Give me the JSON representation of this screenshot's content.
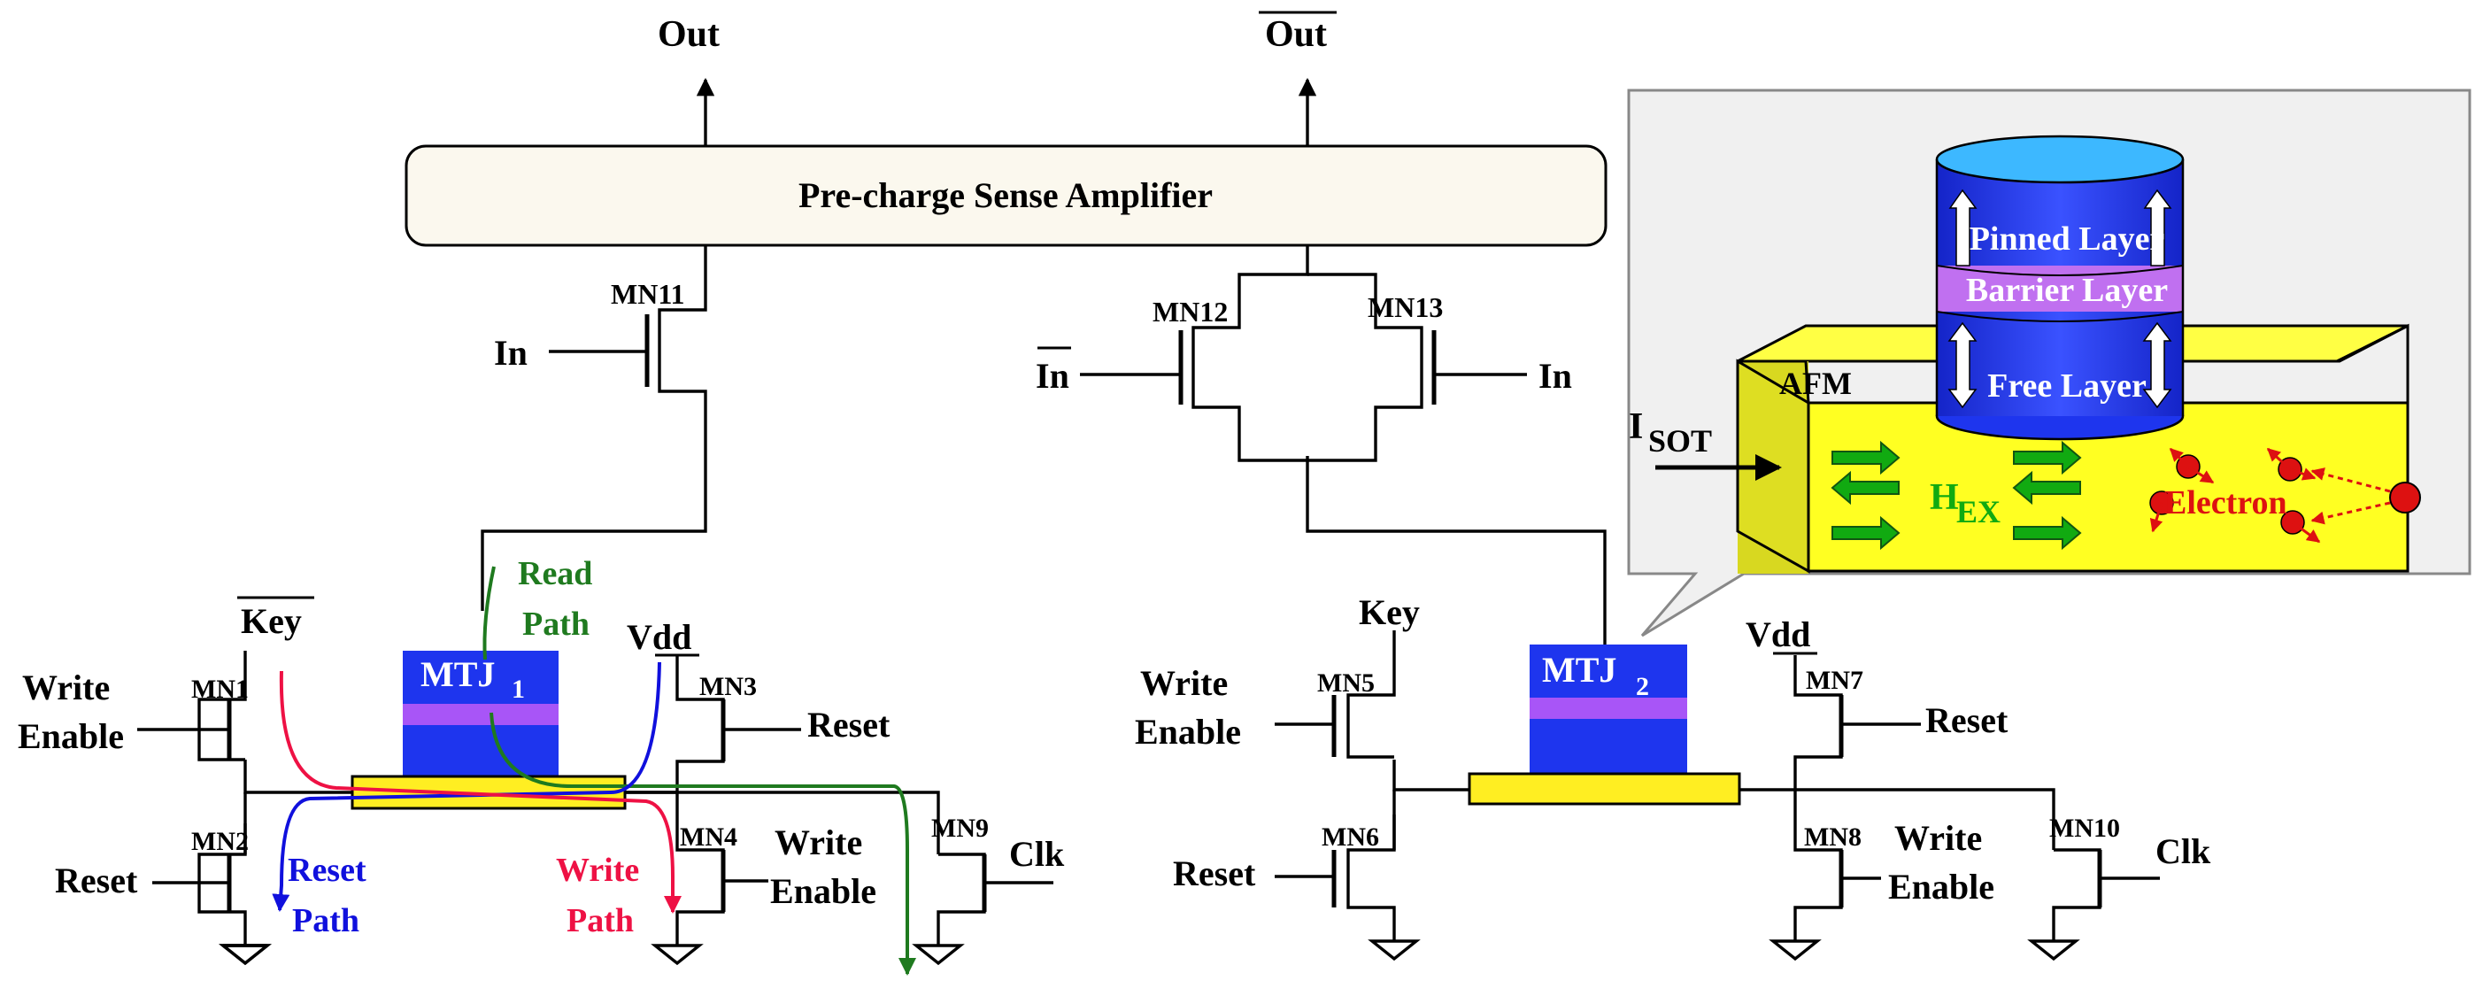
{
  "sense_amp": {
    "label": "Pre-charge Sense Amplifier"
  },
  "outputs": {
    "out": "Out",
    "out_bar": "Out"
  },
  "inputs": {
    "in": "In",
    "in_bar": "In",
    "in_right": "In"
  },
  "transistors": {
    "mn1": "MN1",
    "mn2": "MN2",
    "mn3": "MN3",
    "mn4": "MN4",
    "mn5": "MN5",
    "mn6": "MN6",
    "mn7": "MN7",
    "mn8": "MN8",
    "mn9": "MN9",
    "mn10": "MN10",
    "mn11": "MN11",
    "mn12": "MN12",
    "mn13": "MN13"
  },
  "left": {
    "key_bar": "Key",
    "write_enable_1": "Write",
    "write_enable_2": "Enable",
    "reset": "Reset",
    "vdd": "Vdd",
    "reset_r": "Reset",
    "we_r_1": "Write",
    "we_r_2": "Enable",
    "clk": "Clk",
    "mtj": "MTJ",
    "mtj_sub": "1",
    "read_path_1": "Read",
    "read_path_2": "Path",
    "reset_path_1": "Reset",
    "reset_path_2": "Path",
    "write_path_1": "Write",
    "write_path_2": "Path"
  },
  "right": {
    "key": "Key",
    "write_enable_1": "Write",
    "write_enable_2": "Enable",
    "reset": "Reset",
    "vdd": "Vdd",
    "reset_r": "Reset",
    "we_r_1": "Write",
    "we_r_2": "Enable",
    "clk": "Clk",
    "mtj": "MTJ",
    "mtj_sub": "2"
  },
  "inset": {
    "pinned": "Pinned Layer",
    "barrier": "Barrier Layer",
    "free": "Free Layer",
    "afm": "AFM",
    "isot": "I",
    "isot_sub": "SOT",
    "hex": "H",
    "hex_sub": "EX",
    "electron": "Electron"
  },
  "colors": {
    "mtj_blue": "#1e35ee",
    "barrier_purple": "#a855f7",
    "heavy_metal_yellow": "#ffee22",
    "read_path": "#1f7a1f",
    "reset_path": "#1010dd",
    "write_path": "#ee1144",
    "electron_red": "#dd1111",
    "hex_green": "#11aa11"
  }
}
